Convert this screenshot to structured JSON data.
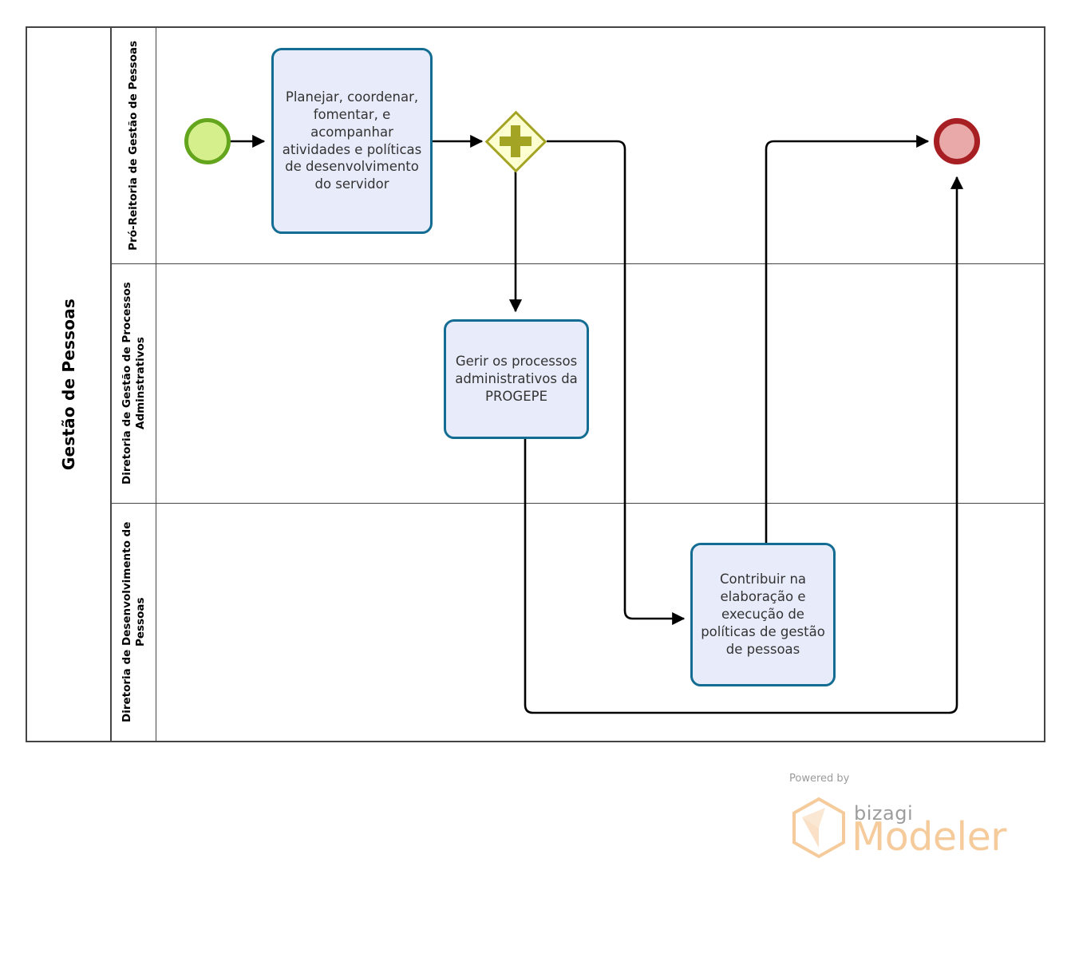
{
  "diagram": {
    "type": "bpmn-collaboration",
    "pool": {
      "name": "Gestão de Pessoas"
    },
    "lanes": [
      {
        "id": "lane-progepe",
        "name": "Pró-Reitoria de Gestão de Pessoas"
      },
      {
        "id": "lane-dgpa",
        "name": "Diretoria de Gestão de Processos Adminstrativos"
      },
      {
        "id": "lane-ddp",
        "name": "Diretoria de Desenvolvimento de Pessoas"
      }
    ],
    "nodes": [
      {
        "id": "start-1",
        "kind": "start-event",
        "lane": "lane-progepe",
        "label": ""
      },
      {
        "id": "task-1",
        "kind": "task",
        "lane": "lane-progepe",
        "label": "Planejar, coordenar, fomentar, e acompanhar atividades e políticas de desenvolvimento do servidor"
      },
      {
        "id": "gw-1",
        "kind": "parallel-gateway",
        "lane": "lane-progepe",
        "label": ""
      },
      {
        "id": "end-1",
        "kind": "end-event",
        "lane": "lane-progepe",
        "label": ""
      },
      {
        "id": "task-2",
        "kind": "task",
        "lane": "lane-dgpa",
        "label": "Gerir os processos administrativos da PROGEPE"
      },
      {
        "id": "task-3",
        "kind": "task",
        "lane": "lane-ddp",
        "label": "Contribuir na elaboração e execução de políticas de gestão de pessoas"
      }
    ],
    "flows": [
      {
        "id": "f1",
        "from": "start-1",
        "to": "task-1"
      },
      {
        "id": "f2",
        "from": "task-1",
        "to": "gw-1"
      },
      {
        "id": "f3",
        "from": "gw-1",
        "to": "task-2"
      },
      {
        "id": "f4",
        "from": "gw-1",
        "to": "task-3"
      },
      {
        "id": "f5",
        "from": "task-3",
        "to": "end-1"
      },
      {
        "id": "f6",
        "from": "task-2",
        "to": "end-1"
      }
    ]
  },
  "colors": {
    "pool_border": "#444444",
    "task_fill": "#e8ecfa",
    "task_border": "#136c91",
    "task_text": "#333333",
    "start_fill": "#d6ef8d",
    "start_border": "#63a61d",
    "end_fill": "#eaa9a9",
    "end_border": "#a71f23",
    "gateway_fill": "#feffd1",
    "gateway_border": "#a3a324",
    "flow_line": "#000000",
    "watermark_orange": "#f6cb9b",
    "watermark_gray": "#9a9a9a"
  },
  "watermark": {
    "powered_by": "Powered by",
    "brand": "bizagi",
    "product": "Modeler"
  }
}
